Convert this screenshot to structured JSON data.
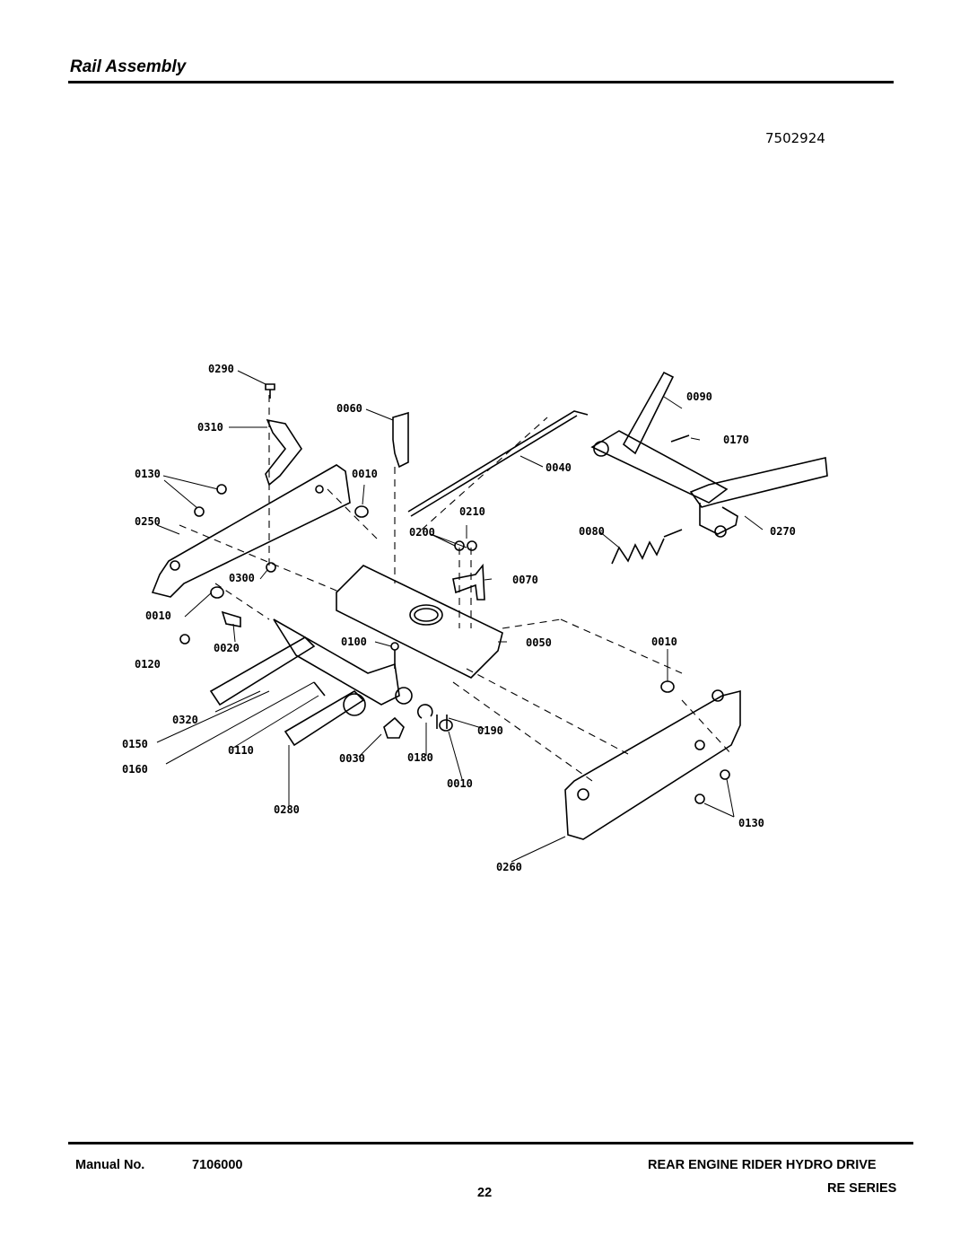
{
  "page": {
    "title": "Rail Assembly",
    "drawing_number": "7502924"
  },
  "callouts": [
    "0290",
    "0060",
    "0090",
    "0310",
    "0170",
    "0130",
    "0010",
    "0040",
    "0250",
    "0210",
    "0200",
    "0080",
    "0270",
    "0300",
    "0070",
    "0010",
    "0020",
    "0100",
    "0050",
    "0010",
    "0120",
    "0320",
    "0190",
    "0150",
    "0110",
    "0030",
    "0180",
    "0160",
    "0010",
    "0280",
    "0130",
    "0260"
  ],
  "footer": {
    "manual_label": "Manual No.",
    "manual_number": "7106000",
    "product": "REAR ENGINE RIDER HYDRO DRIVE",
    "page_number": "22",
    "series": "RE SERIES"
  }
}
